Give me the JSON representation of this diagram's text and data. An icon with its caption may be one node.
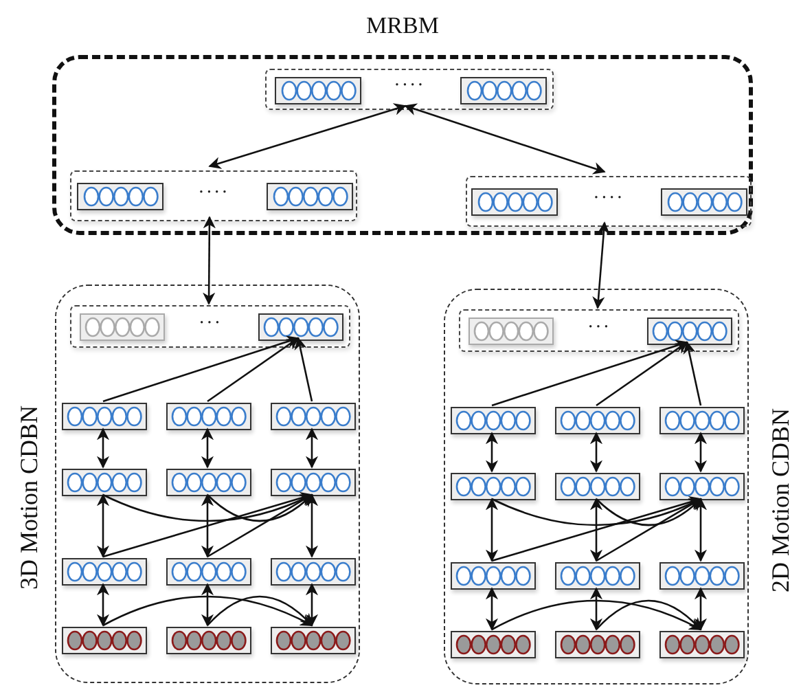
{
  "diagram": {
    "nodes": [
      {
        "text": [
          "MRBM"
        ]
      },
      {
        "text": [
          "····"
        ],
        "in": 0
      },
      {
        "text": [],
        "shape": "box",
        "in": 1
      },
      {
        "text": [],
        "shape": "box",
        "in": 1
      },
      {
        "text": [
          "····"
        ],
        "in": 0
      },
      {
        "text": [],
        "shape": "box",
        "in": 4
      },
      {
        "text": [],
        "shape": "box",
        "in": 4
      },
      {
        "text": [
          "····"
        ],
        "in": 0
      },
      {
        "text": [],
        "shape": "box",
        "in": 7
      },
      {
        "text": [],
        "shape": "box",
        "in": 7
      },
      {
        "text": [
          "3D Motion CDBN"
        ]
      },
      {
        "text": [
          "···"
        ],
        "in": 10
      },
      {
        "text": [],
        "shape": "box",
        "in": 11
      },
      {
        "text": [],
        "shape": "box",
        "in": 11
      },
      {
        "text": [],
        "shape": "box",
        "in": 10
      },
      {
        "text": [],
        "shape": "box",
        "in": 10
      },
      {
        "text": [],
        "shape": "box",
        "in": 10
      },
      {
        "text": [],
        "shape": "box",
        "in": 10
      },
      {
        "text": [],
        "shape": "box",
        "in": 10
      },
      {
        "text": [],
        "shape": "box",
        "in": 10
      },
      {
        "text": [],
        "shape": "box",
        "in": 10
      },
      {
        "text": [],
        "shape": "box",
        "in": 10
      },
      {
        "text": [],
        "shape": "box",
        "in": 10
      },
      {
        "text": [],
        "shape": "box",
        "in": 10
      },
      {
        "text": [],
        "shape": "box",
        "in": 10
      },
      {
        "text": [],
        "shape": "box",
        "in": 10
      },
      {
        "text": [
          "2D Motion CDBN"
        ]
      },
      {
        "text": [
          "···"
        ],
        "in": 26
      },
      {
        "text": [],
        "shape": "box",
        "in": 27
      },
      {
        "text": [],
        "shape": "box",
        "in": 27
      },
      {
        "text": [],
        "shape": "box",
        "in": 26
      },
      {
        "text": [],
        "shape": "box",
        "in": 26
      },
      {
        "text": [],
        "shape": "box",
        "in": 26
      },
      {
        "text": [],
        "shape": "box",
        "in": 26
      },
      {
        "text": [],
        "shape": "box",
        "in": 26
      },
      {
        "text": [],
        "shape": "box",
        "in": 26
      },
      {
        "text": [],
        "shape": "box",
        "in": 26
      },
      {
        "text": [],
        "shape": "box",
        "in": 26
      },
      {
        "text": [],
        "shape": "box",
        "in": 26
      },
      {
        "text": [],
        "shape": "box",
        "in": 26
      },
      {
        "text": [],
        "shape": "box",
        "in": 26
      },
      {
        "text": [],
        "shape": "box",
        "in": 26
      }
    ],
    "edges": [
      {
        "from": 1,
        "to": 4,
        "arrow": "both"
      },
      {
        "from": 1,
        "to": 7,
        "arrow": "both"
      },
      {
        "from": 4,
        "to": 11,
        "arrow": "both"
      },
      {
        "from": 7,
        "to": 27,
        "arrow": "both"
      },
      {
        "from": 14,
        "to": 13,
        "arrow": "to"
      },
      {
        "from": 15,
        "to": 13,
        "arrow": "to"
      },
      {
        "from": 16,
        "to": 13,
        "arrow": "to"
      },
      {
        "from": 14,
        "to": 17,
        "arrow": "both"
      },
      {
        "from": 15,
        "to": 18,
        "arrow": "both"
      },
      {
        "from": 16,
        "to": 19,
        "arrow": "both"
      },
      {
        "from": 17,
        "to": 20,
        "arrow": "both"
      },
      {
        "from": 18,
        "to": 21,
        "arrow": "both"
      },
      {
        "from": 19,
        "to": 22,
        "arrow": "both"
      },
      {
        "from": 17,
        "to": 19,
        "arrow": "to"
      },
      {
        "from": 18,
        "to": 19,
        "arrow": "to"
      },
      {
        "from": 20,
        "to": 19,
        "arrow": "to"
      },
      {
        "from": 21,
        "to": 19,
        "arrow": "to"
      },
      {
        "from": 20,
        "to": 23,
        "arrow": "both"
      },
      {
        "from": 21,
        "to": 24,
        "arrow": "both"
      },
      {
        "from": 22,
        "to": 25,
        "arrow": "both"
      },
      {
        "from": 23,
        "to": 25,
        "arrow": "to"
      },
      {
        "from": 24,
        "to": 25,
        "arrow": "to"
      },
      {
        "from": 30,
        "to": 29,
        "arrow": "to"
      },
      {
        "from": 31,
        "to": 29,
        "arrow": "to"
      },
      {
        "from": 32,
        "to": 29,
        "arrow": "to"
      },
      {
        "from": 30,
        "to": 33,
        "arrow": "both"
      },
      {
        "from": 31,
        "to": 34,
        "arrow": "both"
      },
      {
        "from": 32,
        "to": 35,
        "arrow": "both"
      },
      {
        "from": 33,
        "to": 36,
        "arrow": "both"
      },
      {
        "from": 34,
        "to": 37,
        "arrow": "both"
      },
      {
        "from": 35,
        "to": 38,
        "arrow": "both"
      },
      {
        "from": 33,
        "to": 35,
        "arrow": "to"
      },
      {
        "from": 34,
        "to": 35,
        "arrow": "to"
      },
      {
        "from": 36,
        "to": 35,
        "arrow": "to"
      },
      {
        "from": 37,
        "to": 35,
        "arrow": "to"
      },
      {
        "from": 36,
        "to": 39,
        "arrow": "both"
      },
      {
        "from": 37,
        "to": 40,
        "arrow": "both"
      },
      {
        "from": 38,
        "to": 41,
        "arrow": "both"
      },
      {
        "from": 39,
        "to": 41,
        "arrow": "to"
      },
      {
        "from": 40,
        "to": 41,
        "arrow": "to"
      }
    ]
  }
}
